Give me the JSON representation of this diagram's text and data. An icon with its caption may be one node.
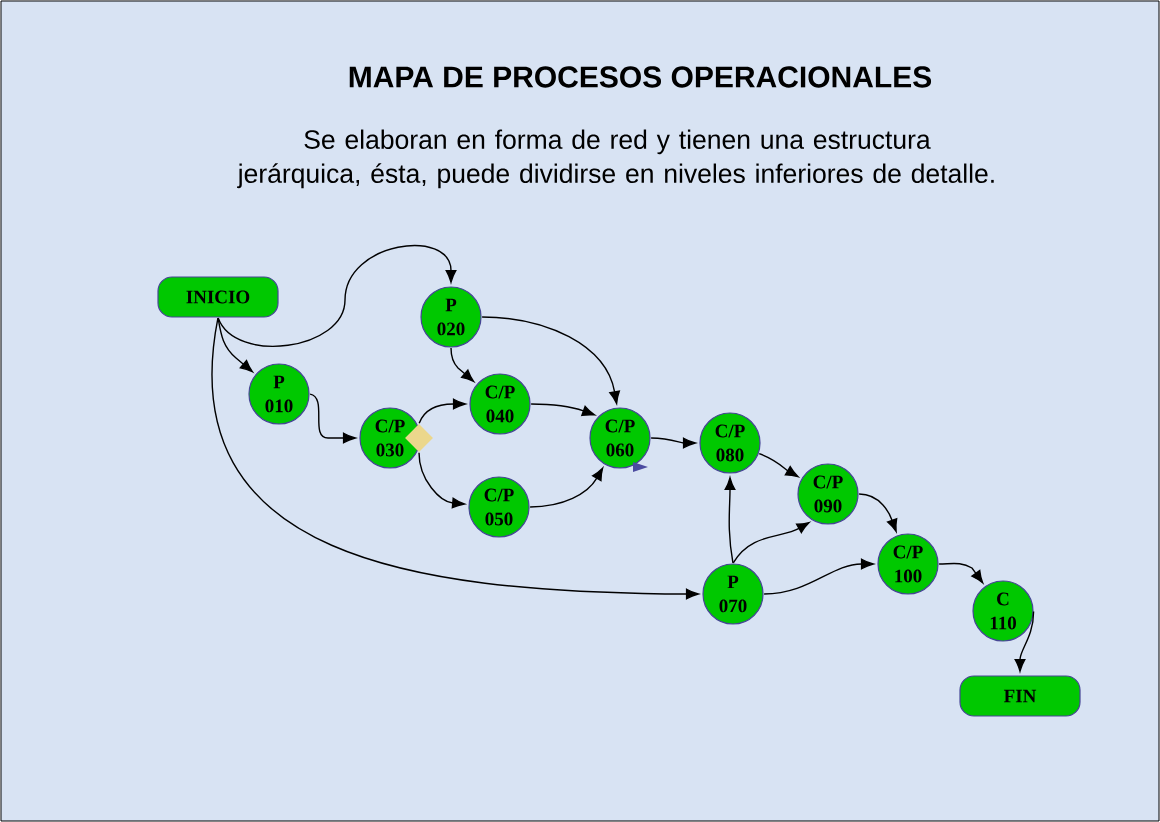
{
  "diagram": {
    "title": "MAPA DE PROCESOS OPERACIONALES",
    "caption": "Se elaboran en forma de red y tienen una estructura jerárquica, ésta, puede dividirse en niveles inferiores de detalle.",
    "nodes": [
      {
        "text": [
          "INICIO"
        ]
      },
      {
        "text": [
          "P 020"
        ]
      },
      {
        "text": [
          "P 010"
        ]
      },
      {
        "text": [
          "C/P 030"
        ]
      },
      {
        "text": [],
        "shape": "diamond"
      },
      {
        "text": [
          "C/P 040"
        ]
      },
      {
        "text": [
          "C/P 060"
        ]
      },
      {
        "text": [
          "C/P 050"
        ]
      },
      {
        "text": [
          "C/P 080"
        ]
      },
      {
        "text": [
          "C/P 090"
        ]
      },
      {
        "text": [
          "P 070"
        ]
      },
      {
        "text": [
          "C/P 100"
        ]
      },
      {
        "text": [
          "C 110"
        ]
      },
      {
        "text": [
          "FIN"
        ]
      }
    ],
    "edges": [
      {
        "from": 0,
        "to": 2,
        "arrow": "to"
      },
      {
        "from": 0,
        "to": 1,
        "arrow": "to"
      },
      {
        "from": 0,
        "to": 10,
        "arrow": "to"
      },
      {
        "from": 2,
        "to": 3,
        "arrow": "to"
      },
      {
        "from": 4,
        "to": 5,
        "arrow": "to"
      },
      {
        "from": 4,
        "to": 7,
        "arrow": "to"
      },
      {
        "from": 1,
        "to": 5,
        "arrow": "to"
      },
      {
        "from": 1,
        "to": 6,
        "arrow": "to"
      },
      {
        "from": 5,
        "to": 6,
        "arrow": "to"
      },
      {
        "from": 7,
        "to": 6,
        "arrow": "to"
      },
      {
        "from": 6,
        "to": 8,
        "arrow": "to"
      },
      {
        "from": 8,
        "to": 9,
        "arrow": "to"
      },
      {
        "from": 10,
        "to": 8,
        "arrow": "to"
      },
      {
        "from": 10,
        "to": 9,
        "arrow": "to"
      },
      {
        "from": 10,
        "to": 11,
        "arrow": "to"
      },
      {
        "from": 9,
        "to": 11,
        "arrow": "to"
      },
      {
        "from": 11,
        "to": 12,
        "arrow": "to"
      },
      {
        "from": 12,
        "to": 13,
        "arrow": "to"
      }
    ]
  }
}
